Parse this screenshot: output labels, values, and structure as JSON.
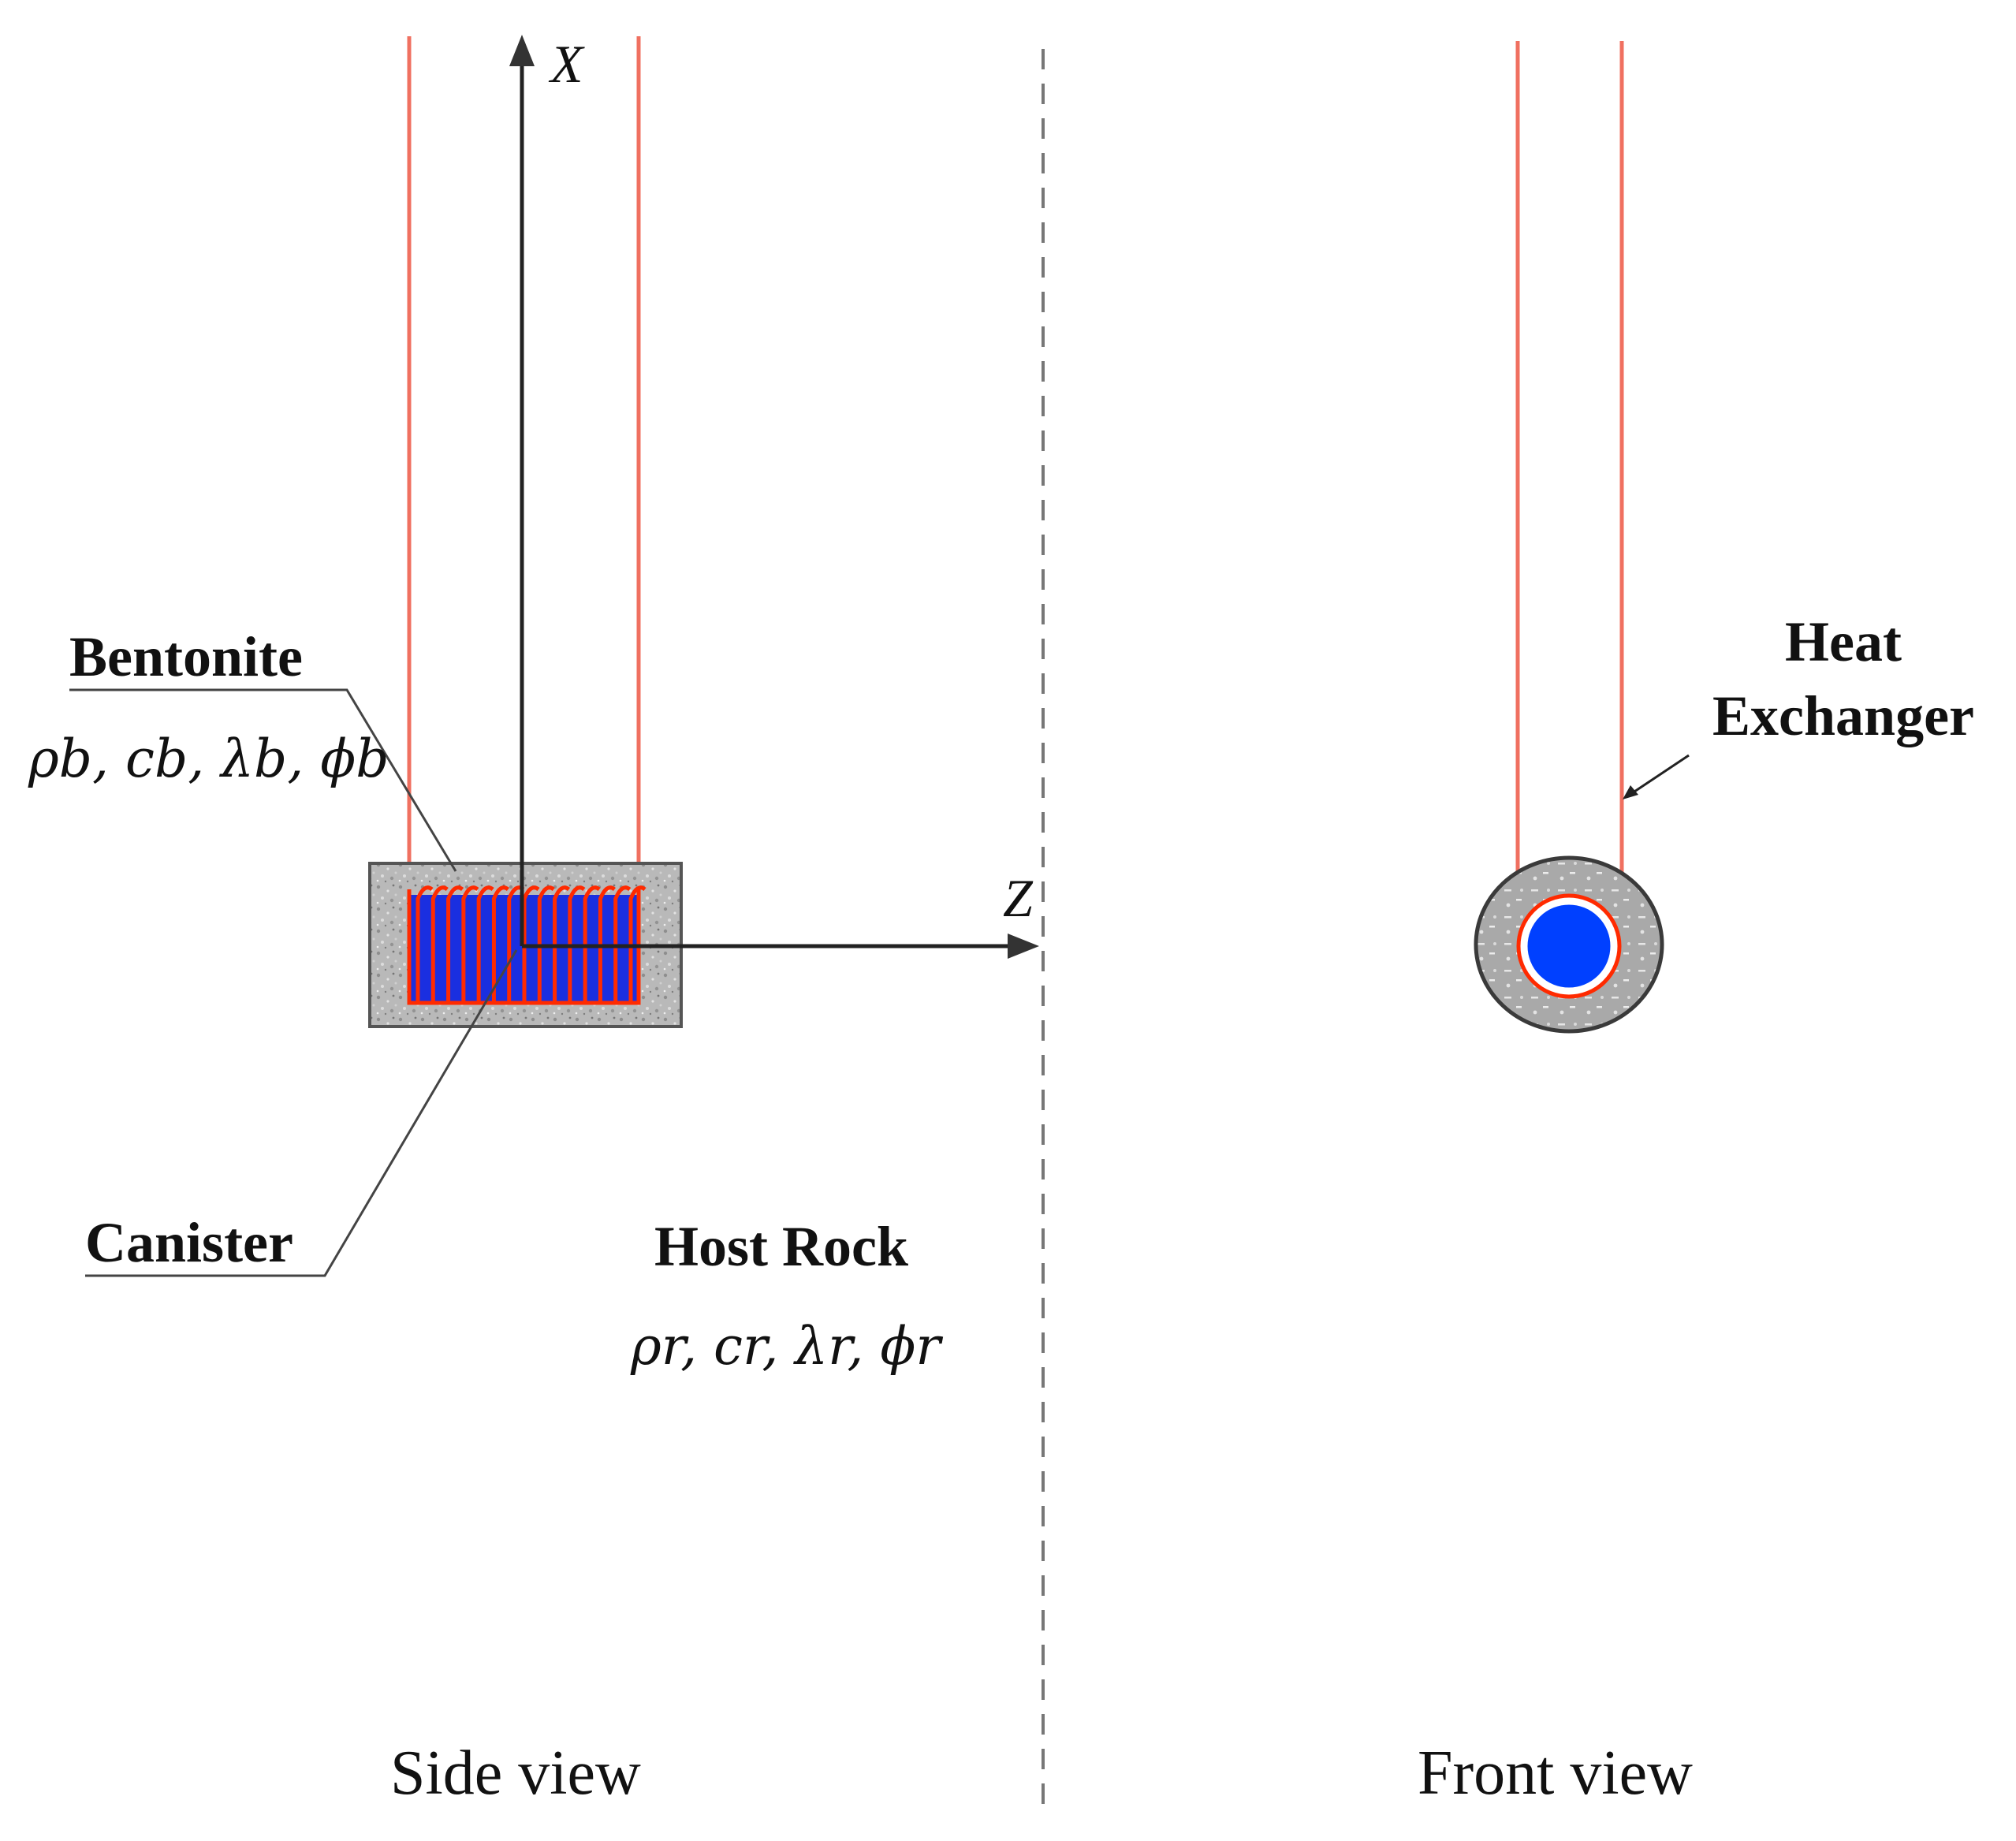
{
  "labels": {
    "bentonite": "Bentonite",
    "bentonite_params": "ρb, cb, λb, ϕb",
    "canister": "Canister",
    "host_rock": "Host Rock",
    "host_rock_params": "ρr, cr, λr, ϕr",
    "heat_exchanger_line1": "Heat",
    "heat_exchanger_line2": "Exchanger",
    "axis_x": "X",
    "axis_z": "Z",
    "side_view": "Side view",
    "front_view": "Front view"
  },
  "colors": {
    "heat_exchanger_pipe": "#f07060",
    "coil": "#ff2a00",
    "canister_fill": "#1a2fe0",
    "front_canister_fill": "#0040ff",
    "bentonite_fill": "#b8b8b8",
    "axis": "#222222",
    "divider": "#777777"
  }
}
